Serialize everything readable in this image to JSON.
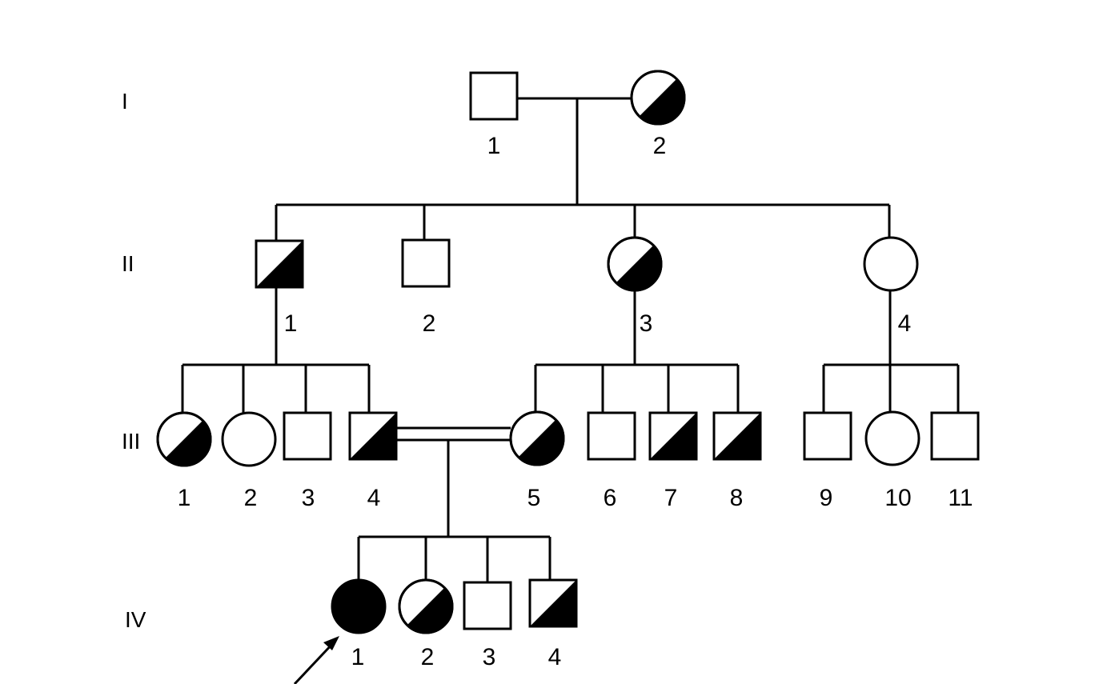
{
  "generations": [
    {
      "id": "gen-I",
      "label": "I"
    },
    {
      "id": "gen-II",
      "label": "II"
    },
    {
      "id": "gen-III",
      "label": "III"
    },
    {
      "id": "gen-IV",
      "label": "IV"
    }
  ],
  "individuals": [
    {
      "id": "I-1",
      "generation": "I",
      "number": "1",
      "sex": "male",
      "status": "unaffected"
    },
    {
      "id": "I-2",
      "generation": "I",
      "number": "2",
      "sex": "female",
      "status": "carrier"
    },
    {
      "id": "II-1",
      "generation": "II",
      "number": "1",
      "sex": "male",
      "status": "carrier"
    },
    {
      "id": "II-2",
      "generation": "II",
      "number": "2",
      "sex": "male",
      "status": "unaffected"
    },
    {
      "id": "II-3",
      "generation": "II",
      "number": "3",
      "sex": "female",
      "status": "carrier"
    },
    {
      "id": "II-4",
      "generation": "II",
      "number": "4",
      "sex": "female",
      "status": "unaffected"
    },
    {
      "id": "III-1",
      "generation": "III",
      "number": "1",
      "sex": "female",
      "status": "carrier"
    },
    {
      "id": "III-2",
      "generation": "III",
      "number": "2",
      "sex": "female",
      "status": "unaffected"
    },
    {
      "id": "III-3",
      "generation": "III",
      "number": "3",
      "sex": "male",
      "status": "unaffected"
    },
    {
      "id": "III-4",
      "generation": "III",
      "number": "4",
      "sex": "male",
      "status": "carrier"
    },
    {
      "id": "III-5",
      "generation": "III",
      "number": "5",
      "sex": "female",
      "status": "carrier"
    },
    {
      "id": "III-6",
      "generation": "III",
      "number": "6",
      "sex": "male",
      "status": "unaffected"
    },
    {
      "id": "III-7",
      "generation": "III",
      "number": "7",
      "sex": "male",
      "status": "carrier"
    },
    {
      "id": "III-8",
      "generation": "III",
      "number": "8",
      "sex": "male",
      "status": "carrier"
    },
    {
      "id": "III-9",
      "generation": "III",
      "number": "9",
      "sex": "male",
      "status": "unaffected"
    },
    {
      "id": "III-10",
      "generation": "III",
      "number": "10",
      "sex": "female",
      "status": "unaffected"
    },
    {
      "id": "III-11",
      "generation": "III",
      "number": "11",
      "sex": "male",
      "status": "unaffected"
    },
    {
      "id": "IV-1",
      "generation": "IV",
      "number": "1",
      "sex": "female",
      "status": "affected",
      "proband": true
    },
    {
      "id": "IV-2",
      "generation": "IV",
      "number": "2",
      "sex": "female",
      "status": "carrier"
    },
    {
      "id": "IV-3",
      "generation": "IV",
      "number": "3",
      "sex": "male",
      "status": "unaffected"
    },
    {
      "id": "IV-4",
      "generation": "IV",
      "number": "4",
      "sex": "male",
      "status": "carrier"
    }
  ],
  "matings": [
    {
      "id": "m1",
      "partners": [
        "I-1",
        "I-2"
      ],
      "consanguineous": false,
      "children": [
        "II-1",
        "II-2",
        "II-3",
        "II-4"
      ]
    },
    {
      "id": "m2",
      "partners": [
        "III-4",
        "III-5"
      ],
      "consanguineous": true,
      "children": [
        "IV-1",
        "IV-2",
        "IV-3",
        "IV-4"
      ]
    }
  ],
  "single_parent_sibships": [
    {
      "parent": "II-1",
      "children": [
        "III-1",
        "III-2",
        "III-3",
        "III-4"
      ]
    },
    {
      "parent": "II-3",
      "children": [
        "III-5",
        "III-6",
        "III-7",
        "III-8"
      ]
    },
    {
      "parent": "II-4",
      "children": [
        "III-9",
        "III-10",
        "III-11"
      ]
    }
  ],
  "colors": {
    "line": "#000000",
    "fill": "#000000",
    "background": "#ffffff"
  }
}
